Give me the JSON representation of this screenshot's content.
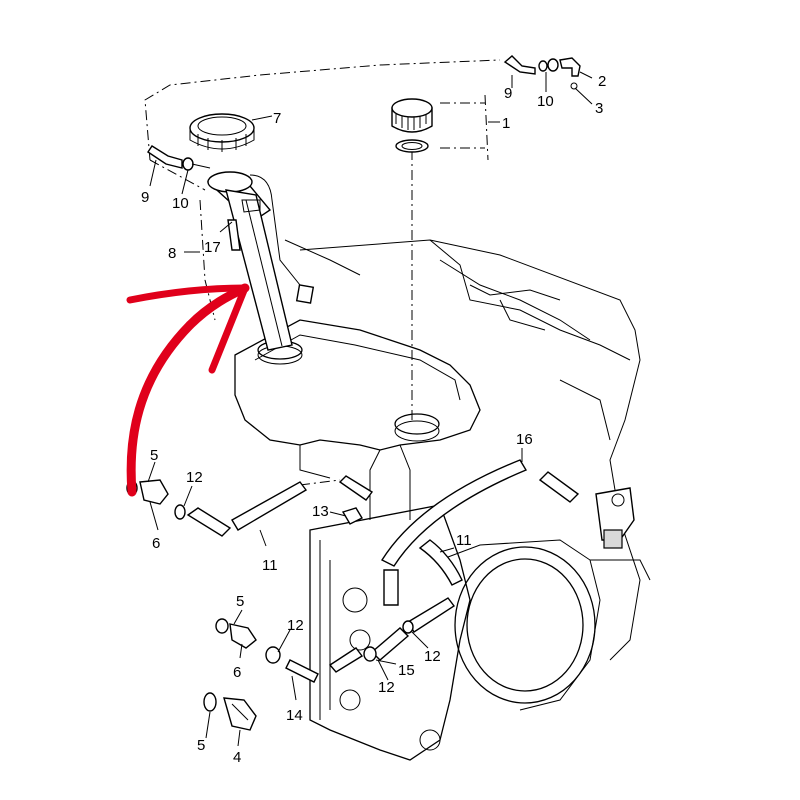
{
  "diagram": {
    "callouts": [
      {
        "id": "c1",
        "text": "1"
      },
      {
        "id": "c2",
        "text": "2"
      },
      {
        "id": "c3",
        "text": "3"
      },
      {
        "id": "c9a",
        "text": "9"
      },
      {
        "id": "c10a",
        "text": "10"
      },
      {
        "id": "c7",
        "text": "7"
      },
      {
        "id": "c9b",
        "text": "9"
      },
      {
        "id": "c10b",
        "text": "10"
      },
      {
        "id": "c8",
        "text": "8"
      },
      {
        "id": "c17",
        "text": "17"
      },
      {
        "id": "c5a",
        "text": "5"
      },
      {
        "id": "c6a",
        "text": "6"
      },
      {
        "id": "c12a",
        "text": "12"
      },
      {
        "id": "c11a",
        "text": "11"
      },
      {
        "id": "c13",
        "text": "13"
      },
      {
        "id": "c16",
        "text": "16"
      },
      {
        "id": "c11b",
        "text": "11"
      },
      {
        "id": "c5b",
        "text": "5"
      },
      {
        "id": "c6b",
        "text": "6"
      },
      {
        "id": "c12b",
        "text": "12"
      },
      {
        "id": "c15",
        "text": "15"
      },
      {
        "id": "c12c",
        "text": "12"
      },
      {
        "id": "c12d",
        "text": "12"
      },
      {
        "id": "c14",
        "text": "14"
      },
      {
        "id": "c5c",
        "text": "5"
      },
      {
        "id": "c4",
        "text": "4"
      }
    ],
    "colors": {
      "lines": "#000000",
      "arrow": "#e0001b",
      "background": "#ffffff"
    }
  }
}
